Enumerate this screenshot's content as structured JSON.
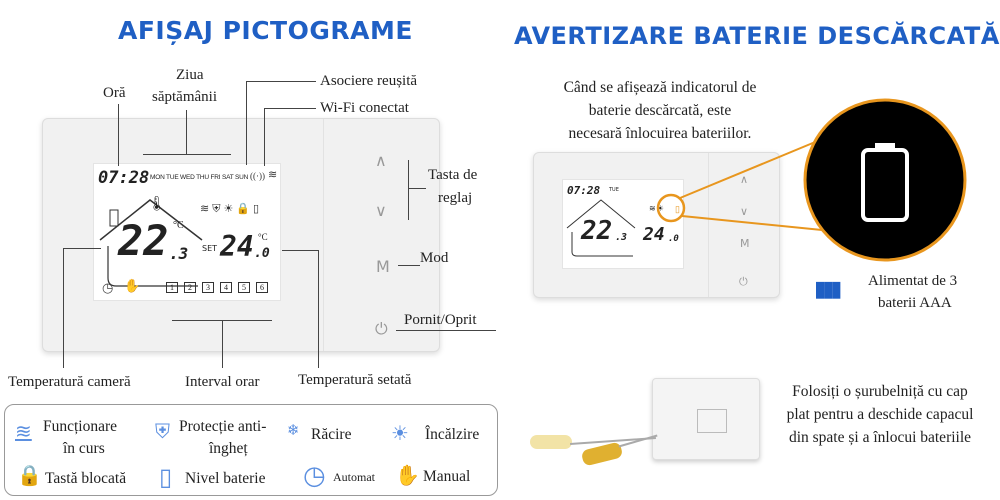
{
  "left": {
    "title": "AFIȘAJ PICTOGRAME",
    "labels": {
      "hour": "Oră",
      "weekday_1": "Ziua",
      "weekday_2": "săptămânii",
      "pairing": "Asociere reușită",
      "wifi": "Wi-Fi conectat",
      "adjust_1": "Tasta de",
      "adjust_2": "reglaj",
      "mode": "Mod",
      "power": "Pornit/Oprit",
      "room_temp": "Temperatură cameră",
      "interval": "Interval orar",
      "set_temp": "Temperatură setată"
    },
    "lcd": {
      "time": "07:28",
      "days": "MON TUE WED THU  FRI SAT SUN",
      "room": "22",
      "room_dec": ".3",
      "unit": "°C",
      "set_label": "SET",
      "set": "24",
      "set_dec": ".0",
      "periods": [
        "1",
        "2",
        "3",
        "4",
        "5",
        "6"
      ]
    },
    "buttons": {
      "up": "∧",
      "down": "∨",
      "mode": "M",
      "power": "⏻"
    }
  },
  "legend": [
    {
      "icon": "heating-waves-icon",
      "glyph": "≋",
      "label_1": "Funcționare",
      "label_2": "în curs"
    },
    {
      "icon": "antifreeze-shield-icon",
      "glyph": "⛨",
      "label_1": "Protecție anti-",
      "label_2": "îngheț"
    },
    {
      "icon": "snowflake-icon",
      "glyph": "❄",
      "label_1": "Răcire"
    },
    {
      "icon": "sun-icon",
      "glyph": "☀",
      "label_1": "Încălzire"
    },
    {
      "icon": "lock-icon",
      "glyph": "🔒",
      "label_1": "Tastă blocată"
    },
    {
      "icon": "battery-icon",
      "glyph": "▯",
      "label_1": "Nivel baterie"
    },
    {
      "icon": "clock-icon",
      "glyph": "◷",
      "label_1": "Automat"
    },
    {
      "icon": "hand-icon",
      "glyph": "✋",
      "label_1": "Manual"
    }
  ],
  "right": {
    "title": "AVERTIZARE BATERIE DESCĂRCATĂ",
    "note_1": "Când se afișează indicatorul de",
    "note_2": "baterie descărcată, este",
    "note_3": "necesară înlocuirea bateriilor.",
    "lcd": {
      "time": "07:28",
      "day": "TUE",
      "room": "22",
      "room_dec": ".3",
      "set": "24",
      "set_dec": ".0"
    },
    "power_1": "Alimentat de 3",
    "power_2": "baterii AAA",
    "screw_1": "Folosiți o șurubelniță cu cap",
    "screw_2": "plat pentru a deschide capacul",
    "screw_3": "din spate și a înlocui bateriile"
  },
  "colors": {
    "accent": "#1f5fc4",
    "orange": "#e8961e",
    "icon": "#5b8fe0"
  }
}
